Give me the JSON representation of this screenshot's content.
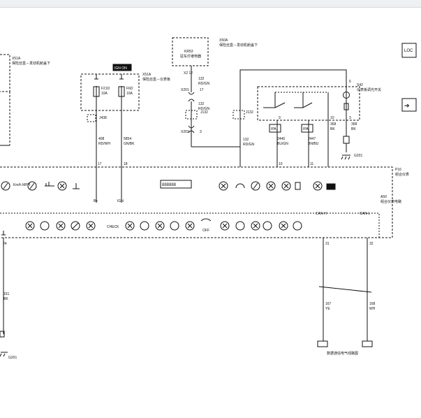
{
  "diagram": {
    "top_left_module": {
      "id": "X51A",
      "desc": "保险丝盒－发动机舱盖下"
    },
    "top_center_module": {
      "id": "X50A",
      "desc": "保险丝盒－发动机舱盖下",
      "relay_id": "KR53",
      "relay_desc": "驻车灯继电器",
      "pin": "X2 12"
    },
    "fuse_block": {
      "id": "X51A",
      "desc": "保险丝盒－仪表板",
      "ign_badge": "IGN ON",
      "fuses": [
        {
          "id": "F21D",
          "amps": "10A"
        },
        {
          "id": "F6D",
          "amps": "10A"
        }
      ]
    },
    "connectors": {
      "x201": "X201",
      "x201_pin": "17",
      "x203": "X203",
      "x203_pin": "3",
      "j438": "J438",
      "j132a": "J132",
      "j132b": "J132"
    },
    "wires": {
      "w_rdwh": {
        "circuit": "408",
        "color": "RD/WH"
      },
      "w_gnbk": {
        "circuit": "5854",
        "color": "GN/BK"
      },
      "w_rdgn1": {
        "circuit": "132",
        "color": "RD/GN"
      },
      "w_rdgn2": {
        "circuit": "132",
        "color": "RD/GN"
      },
      "w_rdgn3": {
        "circuit": "132",
        "color": "RD/GN"
      },
      "w_bugn": {
        "circuit": "2446",
        "color": "BU/GN"
      },
      "w_bnbu": {
        "circuit": "2447",
        "color": "BN/BU"
      },
      "w_bk": {
        "circuit": "368",
        "color": "BK"
      },
      "w_bk2": {
        "circuit": "368",
        "color": "BK"
      },
      "w_bk3": {
        "circuit": "151",
        "color": "BK"
      },
      "w_ye": {
        "circuit": "167",
        "color": "YE"
      },
      "w_wh": {
        "circuit": "168",
        "color": "WH"
      }
    },
    "switch": {
      "id": "S42",
      "desc": "仪表板调光开关",
      "pin_top": "6",
      "pin_bottom": "3"
    },
    "pins": {
      "p9": "9",
      "p10": "10",
      "p17": "17",
      "p18": "18",
      "p10b": "10",
      "p11": "11",
      "p31": "31",
      "p32": "32",
      "p24": "24",
      "p3": "3"
    },
    "ipa_labels": [
      "IPA",
      "IPA"
    ],
    "ground_labels": [
      "G201",
      "G201"
    ],
    "cluster": {
      "id": "P16",
      "desc": "组合仪表",
      "sub_id": "A50",
      "sub_desc": "组合仪表电路"
    },
    "cluster_labels": {
      "b_plus": "B+",
      "ign": "IGN",
      "can_hi": "CAN-H",
      "can_lo": "CAN-L",
      "speedo": "Km/h\nMPH",
      "check_label": "CHECK",
      "off_label": "OFF"
    },
    "display_text": "888888",
    "data_bus_label": "数据通信电气线路图",
    "side_labels": {
      "loc": "LOC",
      "arrow": "➔"
    }
  }
}
